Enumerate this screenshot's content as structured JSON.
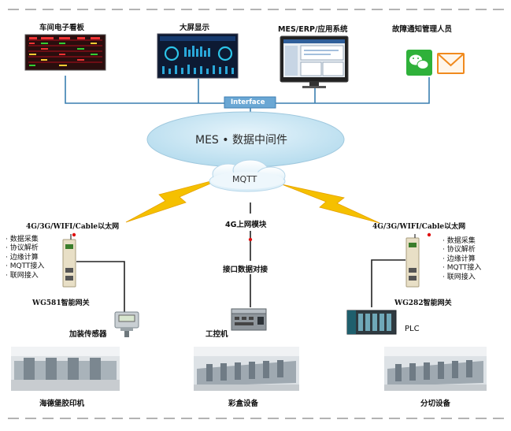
{
  "top_devices": {
    "workshop_board": "车间电子看板",
    "big_screen": "大屏显示",
    "apps": "MES/ERP/应用系统",
    "fault_notify": "故障通知管理人员"
  },
  "interface_label": "Interface",
  "middleware_label": "MES • 数据中间件",
  "mqtt_label": "MQTT",
  "left": {
    "network": "4G/3G/WIFI/Cable以太网",
    "features": [
      "数据采集",
      "协议解析",
      "边缘计算",
      "MQTT接入",
      "联网接入"
    ],
    "gateway": "WG581智能网关",
    "sensor": "加装传感器",
    "machine": "海德堡胶印机"
  },
  "center": {
    "network": "4G上网模块",
    "interface": "接口数据对接",
    "ipc": "工控机",
    "machine": "彩盒设备"
  },
  "right": {
    "network": "4G/3G/WIFI/Cable以太网",
    "features": [
      "数据采集",
      "协议解析",
      "边缘计算",
      "MQTT接入",
      "联网接入"
    ],
    "gateway": "WG282智能网关",
    "plc": "PLC",
    "machine": "分切设备"
  },
  "colors": {
    "connector": "#3a7fb0",
    "cloud": "#cfe8f4",
    "interface_bg": "#6aa7d4",
    "lightning": "#f2b600",
    "dash": "#999999",
    "dark_line": "#222222"
  }
}
